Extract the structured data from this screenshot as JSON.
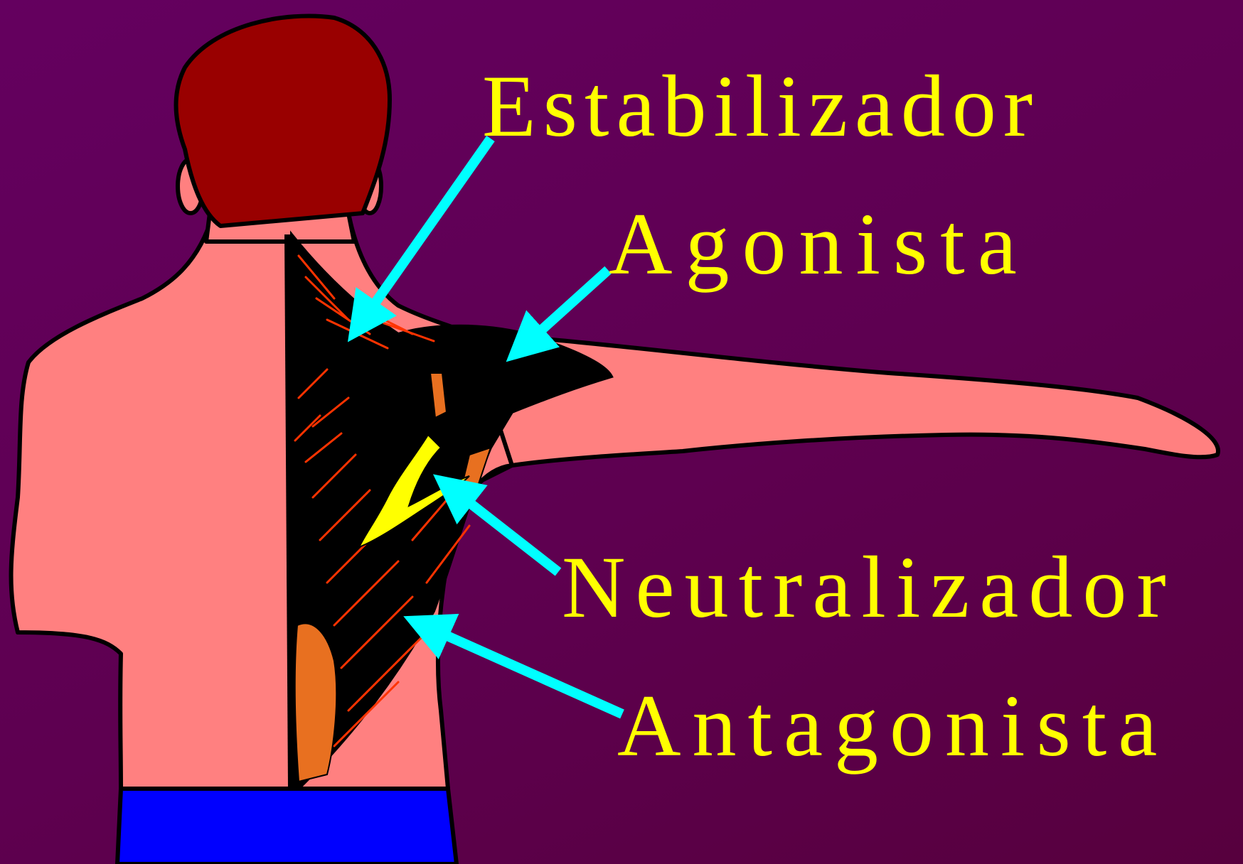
{
  "colors": {
    "background_start": "#64005f",
    "background_mid": "#5e0050",
    "background_end": "#57003e",
    "label_text": "#ffff00",
    "arrow": "#00ffff",
    "skin": "#ff8080",
    "hair": "#990000",
    "muscle": "#000000",
    "muscle_fiber": "#ff3300",
    "deep_muscle": "#e87020",
    "scapula_highlight": "#ffff00",
    "shorts": "#0000ff",
    "outline": "#000000"
  },
  "labels": {
    "estabilizador": "Estabilizador",
    "agonista": "Agonista",
    "neutralizador": "Neutralizador",
    "antagonista": "Antagonista"
  }
}
